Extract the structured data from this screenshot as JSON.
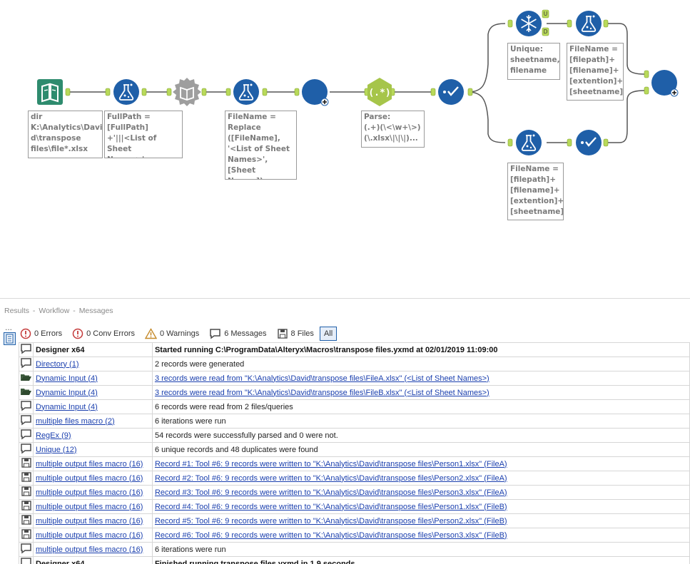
{
  "canvas": {
    "tools": [
      {
        "name": "directory-tool",
        "icon": "directory-icon"
      },
      {
        "name": "formula-tool-fullpath",
        "icon": "flask-icon"
      },
      {
        "name": "dynamic-input-tool",
        "icon": "dynamic-input-icon"
      },
      {
        "name": "formula-tool-filename",
        "icon": "flask-icon"
      },
      {
        "name": "multiple-files-macro-tool",
        "icon": "macro-icon"
      },
      {
        "name": "regex-tool",
        "icon": "regex-icon"
      },
      {
        "name": "select-tool-1",
        "icon": "select-check-icon"
      },
      {
        "name": "unique-tool",
        "icon": "snowflake-icon"
      },
      {
        "name": "formula-tool-unique",
        "icon": "flask-icon"
      },
      {
        "name": "formula-tool-duplicates",
        "icon": "flask-icon"
      },
      {
        "name": "select-tool-2",
        "icon": "select-check-icon"
      },
      {
        "name": "output-macro-tool",
        "icon": "macro-icon"
      }
    ],
    "regex_glyph": "(.*)",
    "anchor_labels": {
      "unique": "U",
      "duplicate": "D"
    },
    "notes": {
      "directory": "dir\nK:\\Analytics\\Davi\nd\\transpose\nfiles\\file*.xlsx",
      "fullpath": "FullPath =\n[FullPath]\n+'|||<List of Sheet\nNames>'",
      "filename": "FileName =\nReplace\n([FileName],\n'<List of Sheet\nNames>', [Sheet\nNames])",
      "parse": "Parse:\n(.+)(\\<\\w+\\>)\n(\\.xlsx\\|\\|\\|)...",
      "unique": "Unique:\nsheetname,\nfilename",
      "filename_top": "FileName =\n[filepath]+\n[filename]+\n[extention]+\n[sheetname]",
      "filename_bottom": "FileName =\n[filepath]+\n[filename]+\n[extention]+\n[sheetname]"
    },
    "colors": {
      "blue": "#1f5fa8",
      "green": "#2e8b6e",
      "regex_green": "#a6c54a",
      "gray": "#9e9e9e",
      "anchor": "#b8d95a"
    }
  },
  "results": {
    "header": {
      "results": "Results",
      "workflow": "Workflow",
      "messages": "Messages",
      "sep": " - "
    },
    "dots": "...",
    "filters": {
      "errors": "0 Errors",
      "conv_errors": "0 Conv Errors",
      "warnings": "0 Warnings",
      "messages": "6 Messages",
      "files": "8 Files",
      "all": "All"
    },
    "rows": [
      {
        "icon": "message-icon",
        "tool": "Designer x64",
        "message": "Started running C:\\ProgramData\\Alteryx\\Macros\\transpose files.yxmd at 02/01/2019 11:09:00",
        "tool_style": "bold",
        "msg_style": "bold"
      },
      {
        "icon": "message-icon",
        "tool": "Directory (1)",
        "message": "2 records were generated",
        "tool_style": "link",
        "msg_style": "plain"
      },
      {
        "icon": "folder-open-icon",
        "tool": "Dynamic Input (4)",
        "message": "3 records were read from \"K:\\Analytics\\David\\transpose files\\FileA.xlsx\" (<List of Sheet Names>)",
        "tool_style": "link",
        "msg_style": "link"
      },
      {
        "icon": "folder-open-icon",
        "tool": "Dynamic Input (4)",
        "message": "3 records were read from \"K:\\Analytics\\David\\transpose files\\FileB.xlsx\" (<List of Sheet Names>)",
        "tool_style": "link",
        "msg_style": "link"
      },
      {
        "icon": "message-icon",
        "tool": "Dynamic Input (4)",
        "message": "6 records were read from 2 files/queries",
        "tool_style": "link",
        "msg_style": "plain"
      },
      {
        "icon": "message-icon",
        "tool": "multiple files macro (2)",
        "message": "6 iterations were run",
        "tool_style": "link",
        "msg_style": "plain"
      },
      {
        "icon": "message-icon",
        "tool": "RegEx (9)",
        "message": "54 records were successfully parsed and 0 were not.",
        "tool_style": "link",
        "msg_style": "plain"
      },
      {
        "icon": "message-icon",
        "tool": "Unique (12)",
        "message": "6 unique records and 48 duplicates were found",
        "tool_style": "link",
        "msg_style": "plain"
      },
      {
        "icon": "save-icon",
        "tool": "multiple output files macro (16)",
        "message": "Record #1: Tool #6: 9 records were written to \"K:\\Analytics\\David\\transpose files\\Person1.xlsx\" (FileA)",
        "tool_style": "link",
        "msg_style": "link"
      },
      {
        "icon": "save-icon",
        "tool": "multiple output files macro (16)",
        "message": "Record #2: Tool #6: 9 records were written to \"K:\\Analytics\\David\\transpose files\\Person2.xlsx\" (FileA)",
        "tool_style": "link",
        "msg_style": "link"
      },
      {
        "icon": "save-icon",
        "tool": "multiple output files macro (16)",
        "message": "Record #3: Tool #6: 9 records were written to \"K:\\Analytics\\David\\transpose files\\Person3.xlsx\" (FileA)",
        "tool_style": "link",
        "msg_style": "link"
      },
      {
        "icon": "save-icon",
        "tool": "multiple output files macro (16)",
        "message": "Record #4: Tool #6: 9 records were written to \"K:\\Analytics\\David\\transpose files\\Person1.xlsx\" (FileB)",
        "tool_style": "link",
        "msg_style": "link"
      },
      {
        "icon": "save-icon",
        "tool": "multiple output files macro (16)",
        "message": "Record #5: Tool #6: 9 records were written to \"K:\\Analytics\\David\\transpose files\\Person2.xlsx\" (FileB)",
        "tool_style": "link",
        "msg_style": "link"
      },
      {
        "icon": "save-icon",
        "tool": "multiple output files macro (16)",
        "message": "Record #6: Tool #6: 9 records were written to \"K:\\Analytics\\David\\transpose files\\Person3.xlsx\" (FileB)",
        "tool_style": "link",
        "msg_style": "link"
      },
      {
        "icon": "message-icon",
        "tool": "multiple output files macro (16)",
        "message": "6 iterations were run",
        "tool_style": "link",
        "msg_style": "plain"
      },
      {
        "icon": "message-icon",
        "tool": "Designer x64",
        "message": "Finished running transpose files.yxmd in 1.9 seconds",
        "tool_style": "bold",
        "msg_style": "bold"
      }
    ]
  }
}
